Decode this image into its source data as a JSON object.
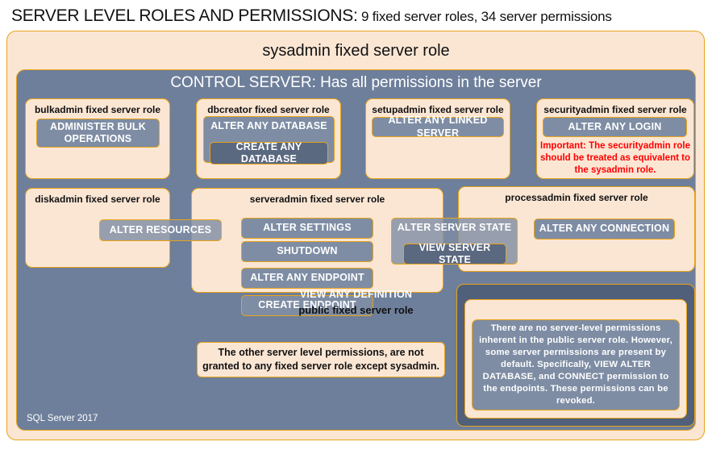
{
  "title": {
    "main": "SERVER LEVEL ROLES AND PERMISSIONS:",
    "sub": "9 fixed server roles, 34 server permissions"
  },
  "sysadmin": {
    "label": "sysadmin  fixed  server  role"
  },
  "control_server": {
    "label": "CONTROL SERVER: Has all permissions in the server"
  },
  "roles": [
    {
      "name": "bulkadmin",
      "label": "bulkadmin  fixed server role",
      "permissions": [
        "ADMINISTER  BULK OPERATIONS"
      ]
    },
    {
      "name": "dbcreator",
      "label": "dbcreator fixed server role",
      "permissions": [
        "ALTER ANY DATABASE",
        "CREATE  ANY DATABASE"
      ]
    },
    {
      "name": "setupadmin",
      "label": "setupadmin fixed server role",
      "permissions": [
        "ALTER ANY LINKED SERVER"
      ]
    },
    {
      "name": "securityadmin",
      "label": "securityadmin  fixed server role",
      "permissions": [
        "ALTER ANY LOGIN"
      ],
      "note": "Important:  The securityadmin role should  be treated  as equivalent to the  sysadmin role."
    },
    {
      "name": "diskadmin",
      "label": "diskadmin  fixed server role",
      "permissions": [
        "ALTER RESOURCES"
      ]
    },
    {
      "name": "serveradmin",
      "label": "serveradmin fixed server role",
      "permissions": [
        "ALTER SETTINGS",
        "SHUTDOWN",
        "ALTER ANY ENDPOINT",
        "CREATE  ENDPOINT",
        "ALTER SERVER  STATE",
        "VIEW SERVER  STATE"
      ]
    },
    {
      "name": "processadmin",
      "label": "processadmin  fixed server role",
      "permissions": [
        "ALTER ANY CONNECTION"
      ]
    },
    {
      "name": "public",
      "label": "public  fixed server role",
      "permissions": [
        "VIEW ANY DEFINITION"
      ],
      "description": "There are no server-level permissions inherent in the public server role. However, some server permissions are present by default. Specifically, VIEW ALTER DATABASE, and CONNECT permission to the endpoints. These permissions can be revoked."
    }
  ],
  "chips": {
    "administer_bulk_operations": "ADMINISTER  BULK OPERATIONS",
    "alter_any_database": "ALTER ANY DATABASE",
    "create_any_database": "CREATE  ANY DATABASE",
    "alter_any_linked_server": "ALTER ANY LINKED SERVER",
    "alter_any_login": "ALTER ANY LOGIN",
    "alter_resources": "ALTER RESOURCES",
    "alter_settings": "ALTER SETTINGS",
    "shutdown": "SHUTDOWN",
    "alter_any_endpoint": "ALTER ANY ENDPOINT",
    "create_endpoint": "CREATE  ENDPOINT",
    "alter_server_state": "ALTER SERVER  STATE",
    "view_server_state": "VIEW SERVER  STATE",
    "alter_any_connection": "ALTER ANY CONNECTION",
    "view_any_definition": "VIEW ANY DEFINITION"
  },
  "notes": {
    "securityadmin": "Important:  The securityadmin role should  be treated  as equivalent to the  sysadmin role.",
    "other_permissions": "The other server level permissions,  are not granted to any fixed server role except sysadmin."
  },
  "footer": {
    "version": "SQL Server 2017"
  },
  "colors": {
    "peach": "#fbe6d4",
    "gold_border": "#e8a317",
    "slate": "#6e7f9b",
    "chip": "#7e8da4",
    "chip_dark": "#5a6880",
    "dark_panel": "#51607a",
    "alert_red": "#ff0000"
  }
}
